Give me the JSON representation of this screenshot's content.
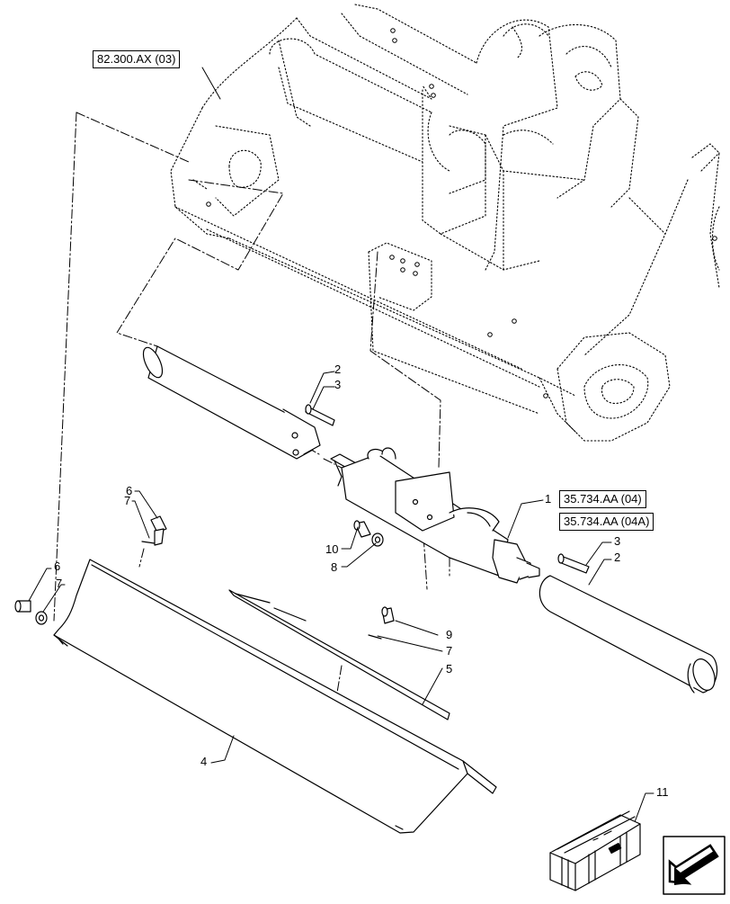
{
  "references": {
    "loader_frame": "82.300.AX (03)",
    "cylinder_a": "35.734.AA (04)",
    "cylinder_b": "35.734.AA (04A)"
  },
  "callouts": [
    {
      "id": "c1",
      "label": "1"
    },
    {
      "id": "c2a",
      "label": "2"
    },
    {
      "id": "c2b",
      "label": "2"
    },
    {
      "id": "c3a",
      "label": "3"
    },
    {
      "id": "c3b",
      "label": "3"
    },
    {
      "id": "c4",
      "label": "4"
    },
    {
      "id": "c5",
      "label": "5"
    },
    {
      "id": "c6a",
      "label": "6"
    },
    {
      "id": "c6b",
      "label": "6"
    },
    {
      "id": "c7a",
      "label": "7"
    },
    {
      "id": "c7b",
      "label": "7"
    },
    {
      "id": "c7c",
      "label": "7"
    },
    {
      "id": "c8",
      "label": "8"
    },
    {
      "id": "c9",
      "label": "9"
    },
    {
      "id": "c10",
      "label": "10"
    },
    {
      "id": "c11",
      "label": "11"
    }
  ],
  "icons": {
    "kit_box": "kit-crate-icon",
    "navigation": "next-page-arrow-icon"
  }
}
